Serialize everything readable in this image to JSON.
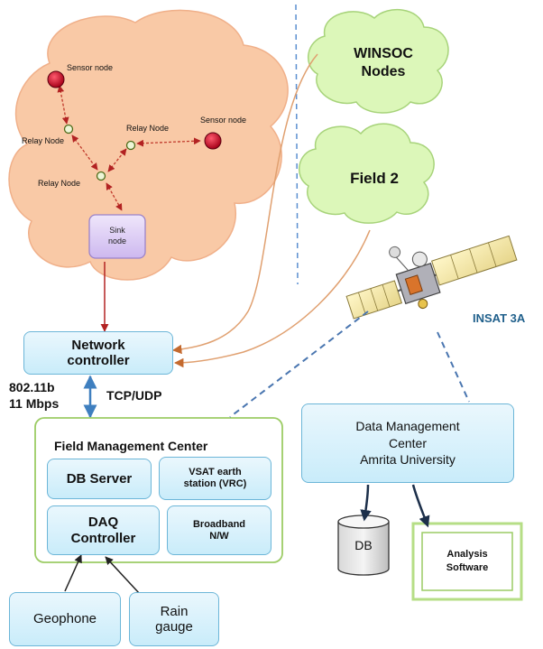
{
  "diagram": {
    "field1": {
      "sensor_node_1": "Sensor node",
      "sensor_node_2": "Sensor node",
      "relay_node_1": "Relay Node",
      "relay_node_2": "Relay Node",
      "relay_node_3": "Relay Node",
      "sink_node_line1": "Sink",
      "sink_node_line2": "node"
    },
    "winsoc_cloud": {
      "line1": "WINSOC",
      "line2": "Nodes"
    },
    "field2_cloud": {
      "label": "Field 2"
    },
    "satellite": {
      "label": "INSAT 3A"
    },
    "network_controller": {
      "line1": "Network",
      "line2": "controller"
    },
    "link": {
      "line1": "802.11b",
      "line2": "11 Mbps",
      "protocol": "TCP/UDP"
    },
    "field_management_center": {
      "title": "Field Management Center",
      "db_server": "DB Server",
      "vsat_line1": "VSAT earth",
      "vsat_line2": "station (VRC)",
      "daq_line1": "DAQ",
      "daq_line2": "Controller",
      "broadband_line1": "Broadband",
      "broadband_line2": "N/W"
    },
    "data_management_center": {
      "line1": "Data Management",
      "line2": "Center",
      "line3": "Amrita University"
    },
    "db": "DB",
    "analysis_software": {
      "line1": "Analysis",
      "line2": "Software"
    },
    "sensors": {
      "geophone": "Geophone",
      "rain_gauge_line1": "Rain",
      "rain_gauge_line2": "gauge"
    },
    "colors": {
      "field_cloud": "#f9c9a6",
      "green_cloud": "#dcf7b9",
      "box_fill": "#cdeefb",
      "box_border": "#6cb6d8",
      "sensor_node": "#c8102e",
      "relay_link": "#c0392b",
      "field_link": "#e0a070",
      "network_link": "#3f7fbf",
      "satellite_link": "#4a76b0",
      "frame_green": "#9ccc65",
      "title_blue": "#1f5f8b"
    }
  }
}
